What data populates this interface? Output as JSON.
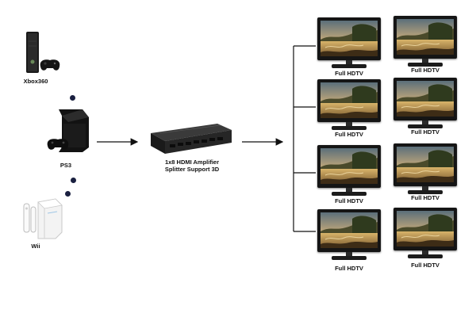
{
  "sources": [
    {
      "label": "Xbox360"
    },
    {
      "label": "PS3"
    },
    {
      "label": "Wii"
    }
  ],
  "splitter": {
    "label_line1": "1x8 HDMI Amplifier",
    "label_line2": "Splitter Support 3D"
  },
  "displays": [
    {
      "label": "Full HDTV"
    },
    {
      "label": "Full HDTV"
    },
    {
      "label": "Full HDTV"
    },
    {
      "label": "Full HDTV"
    },
    {
      "label": "Full HDTV"
    },
    {
      "label": "Full HDTV"
    },
    {
      "label": "Full HDTV"
    },
    {
      "label": "Full HDTV"
    }
  ],
  "colors": {
    "dot": "#1a2040",
    "line": "#111111"
  }
}
